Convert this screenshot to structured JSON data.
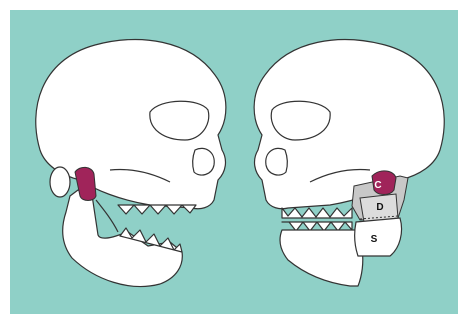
{
  "colors": {
    "background": "#8fd0c7",
    "bone_fill": "#ffffff",
    "bone_stroke": "#333333",
    "condyle": "#a0245a",
    "prosthesis_gray": "#c8c8c8"
  },
  "left_skull": {
    "description_icon": "skull-open-jaw-icon",
    "highlight": "condyle"
  },
  "right_skull": {
    "description_icon": "skull-with-prosthesis-icon",
    "labels": {
      "c": "C",
      "d": "D",
      "s": "S"
    }
  }
}
